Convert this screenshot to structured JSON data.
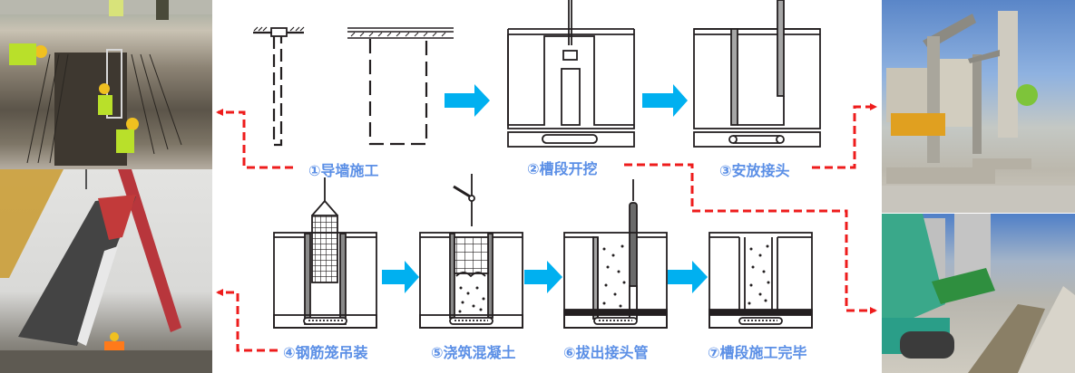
{
  "title": "地下连续墙槽段施工流程",
  "steps": [
    {
      "num": "①",
      "label": "导墙施工"
    },
    {
      "num": "②",
      "label": "槽段开挖"
    },
    {
      "num": "③",
      "label": "安放接头"
    },
    {
      "num": "④",
      "label": "钢筋笼吊装"
    },
    {
      "num": "⑤",
      "label": "浇筑混凝土"
    },
    {
      "num": "⑥",
      "label": "拔出接头管"
    },
    {
      "num": "⑦",
      "label": "槽段施工完毕"
    }
  ],
  "photos": [
    {
      "name": "guide-wall-construction-photo",
      "subject": "workers in trench with rebar walls"
    },
    {
      "name": "rebar-cage-lifting-photo",
      "subject": "crane lifting rebar cage"
    },
    {
      "name": "joint-placement-photo",
      "subject": "joint pipes standing on site"
    },
    {
      "name": "trench-excavation-photo",
      "subject": "excavator grab at trench"
    }
  ],
  "colors": {
    "label": "#5b8fe6",
    "flow_arrow": "#00b0f0",
    "link_dash": "#ee1c1c",
    "line": "#231f20",
    "gray_fill": "#a6a6a6"
  }
}
